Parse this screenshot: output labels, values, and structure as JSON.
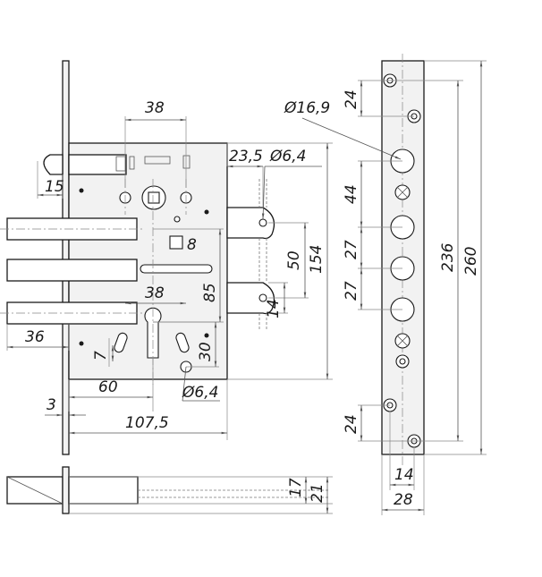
{
  "drawing": {
    "dimensions": {
      "d38_top": "38",
      "d15": "15",
      "d23_5": "23,5",
      "d6_4_top": "Ø6,4",
      "d8": "8",
      "d50": "50",
      "d154": "154",
      "d38_mid": "38",
      "d85": "85",
      "d14_side": "14",
      "d36": "36",
      "d7": "7",
      "d30": "30",
      "d60": "60",
      "d6_4_bottom": "Ø6,4",
      "d3": "3",
      "d107_5": "107,5",
      "d17": "17",
      "d21": "21",
      "d16_9": "Ø16,9",
      "d24_top": "24",
      "d44": "44",
      "d27_a": "27",
      "d27_b": "27",
      "d236": "236",
      "d260": "260",
      "d24_bottom": "24",
      "d14_plate": "14",
      "d28": "28"
    },
    "colors": {
      "line": "#1a1a1a",
      "fill": "#f2f2f2",
      "dimension_line": "#555555"
    }
  }
}
